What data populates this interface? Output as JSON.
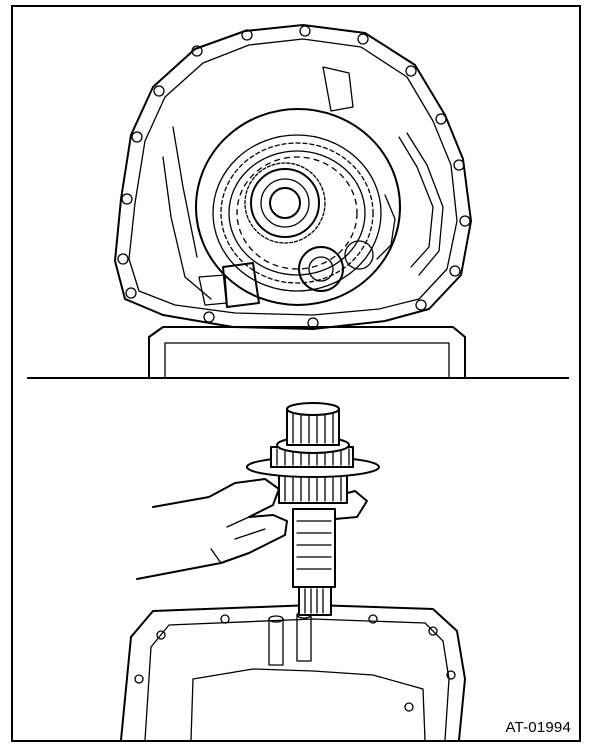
{
  "figure": {
    "id_label": "AT-01994",
    "panels": [
      {
        "name": "transmission-case-with-gear-assembly"
      },
      {
        "name": "removing-shaft-assembly-by-hand"
      }
    ]
  },
  "colors": {
    "line": "#000000",
    "background": "#ffffff"
  }
}
